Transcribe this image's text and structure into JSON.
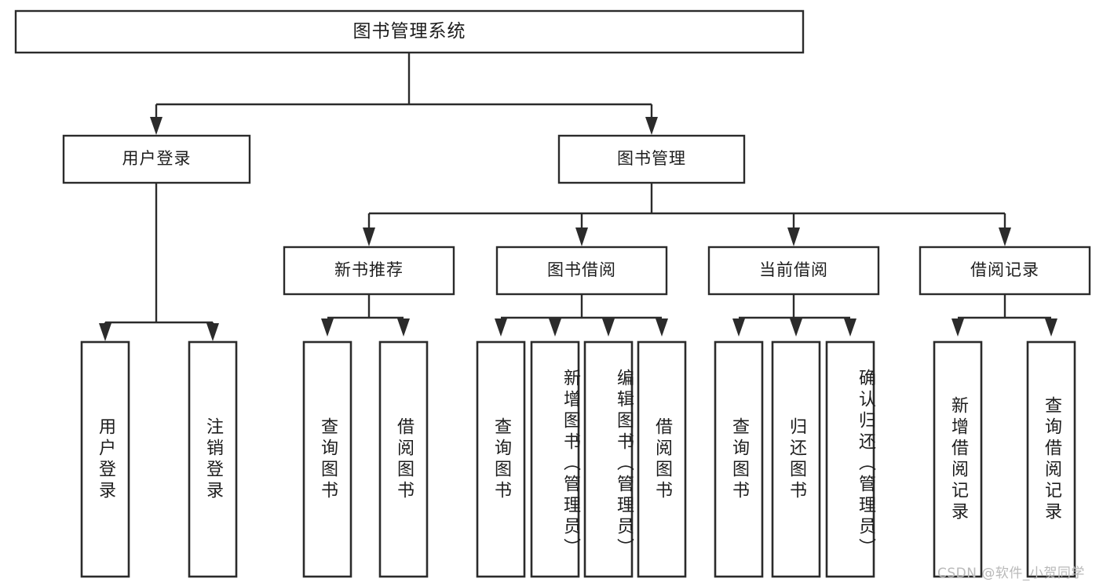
{
  "diagram": {
    "title": "图书管理系统",
    "type": "tree",
    "orientation": "top-down",
    "colors": {
      "background": "#ffffff",
      "box_fill": "#ffffff",
      "box_stroke": "#2b2b2b",
      "text": "#1d1d1d",
      "watermark": "#b9b9b9"
    },
    "root": {
      "label": "图书管理系统"
    },
    "level2": [
      {
        "label": "用户登录"
      },
      {
        "label": "图书管理"
      }
    ],
    "level3": [
      {
        "label": "新书推荐"
      },
      {
        "label": "图书借阅"
      },
      {
        "label": "当前借阅"
      },
      {
        "label": "借阅记录"
      }
    ],
    "leaves": [
      {
        "label": "用户登录",
        "parent": "用户登录"
      },
      {
        "label": "注销登录",
        "parent": "用户登录"
      },
      {
        "label": "查询图书",
        "parent": "新书推荐"
      },
      {
        "label": "借阅图书",
        "parent": "新书推荐"
      },
      {
        "label": "查询图书",
        "parent": "图书借阅"
      },
      {
        "label": "新增图书（管理员）",
        "parent": "图书借阅"
      },
      {
        "label": "编辑图书（管理员）",
        "parent": "图书借阅"
      },
      {
        "label": "借阅图书",
        "parent": "图书借阅"
      },
      {
        "label": "查询图书",
        "parent": "当前借阅"
      },
      {
        "label": "归还图书",
        "parent": "当前借阅"
      },
      {
        "label": "确认归还（管理员）",
        "parent": "当前借阅"
      },
      {
        "label": "新增借阅记录",
        "parent": "借阅记录"
      },
      {
        "label": "查询借阅记录",
        "parent": "借阅记录"
      }
    ]
  },
  "watermark": {
    "text": "CSDN @软件_小贺同学"
  }
}
